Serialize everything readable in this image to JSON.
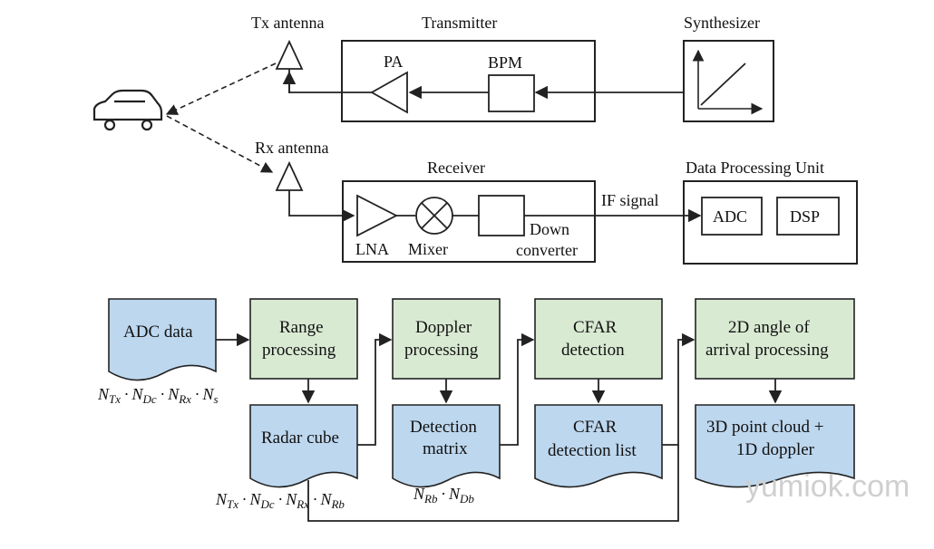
{
  "hardware": {
    "tx_antenna": "Tx antenna",
    "rx_antenna": "Rx antenna",
    "transmitter": "Transmitter",
    "synthesizer": "Synthesizer",
    "pa": "PA",
    "bpm": "BPM",
    "receiver": "Receiver",
    "lna": "LNA",
    "mixer": "Mixer",
    "down_line1": "Down",
    "down_line2": "converter",
    "if_signal": "IF signal",
    "dpu": "Data Processing Unit",
    "adc": "ADC",
    "dsp": "DSP"
  },
  "pipeline": {
    "adc_data": "ADC data",
    "range_l1": "Range",
    "range_l2": "processing",
    "doppler_l1": "Doppler",
    "doppler_l2": "processing",
    "cfar_l1": "CFAR",
    "cfar_l2": "detection",
    "angle_l1": "2D angle of",
    "angle_l2": "arrival processing",
    "cube": "Radar cube",
    "det_l1": "Detection",
    "det_l2": "matrix",
    "cfarlist_l1": "CFAR",
    "cfarlist_l2": "detection list",
    "pc_l1": "3D point cloud +",
    "pc_l2": "1D doppler"
  },
  "math": {
    "N": "N",
    "dot": "·",
    "sub_tx": "Tx",
    "sub_dc": "Dc",
    "sub_rx": "Rx",
    "sub_s": "s",
    "sub_rb": "Rb",
    "sub_db": "Db"
  },
  "watermark": "yumiok.com",
  "colors": {
    "process_green": "#d9ead3",
    "data_blue": "#bdd7ee",
    "stroke": "#222222"
  }
}
